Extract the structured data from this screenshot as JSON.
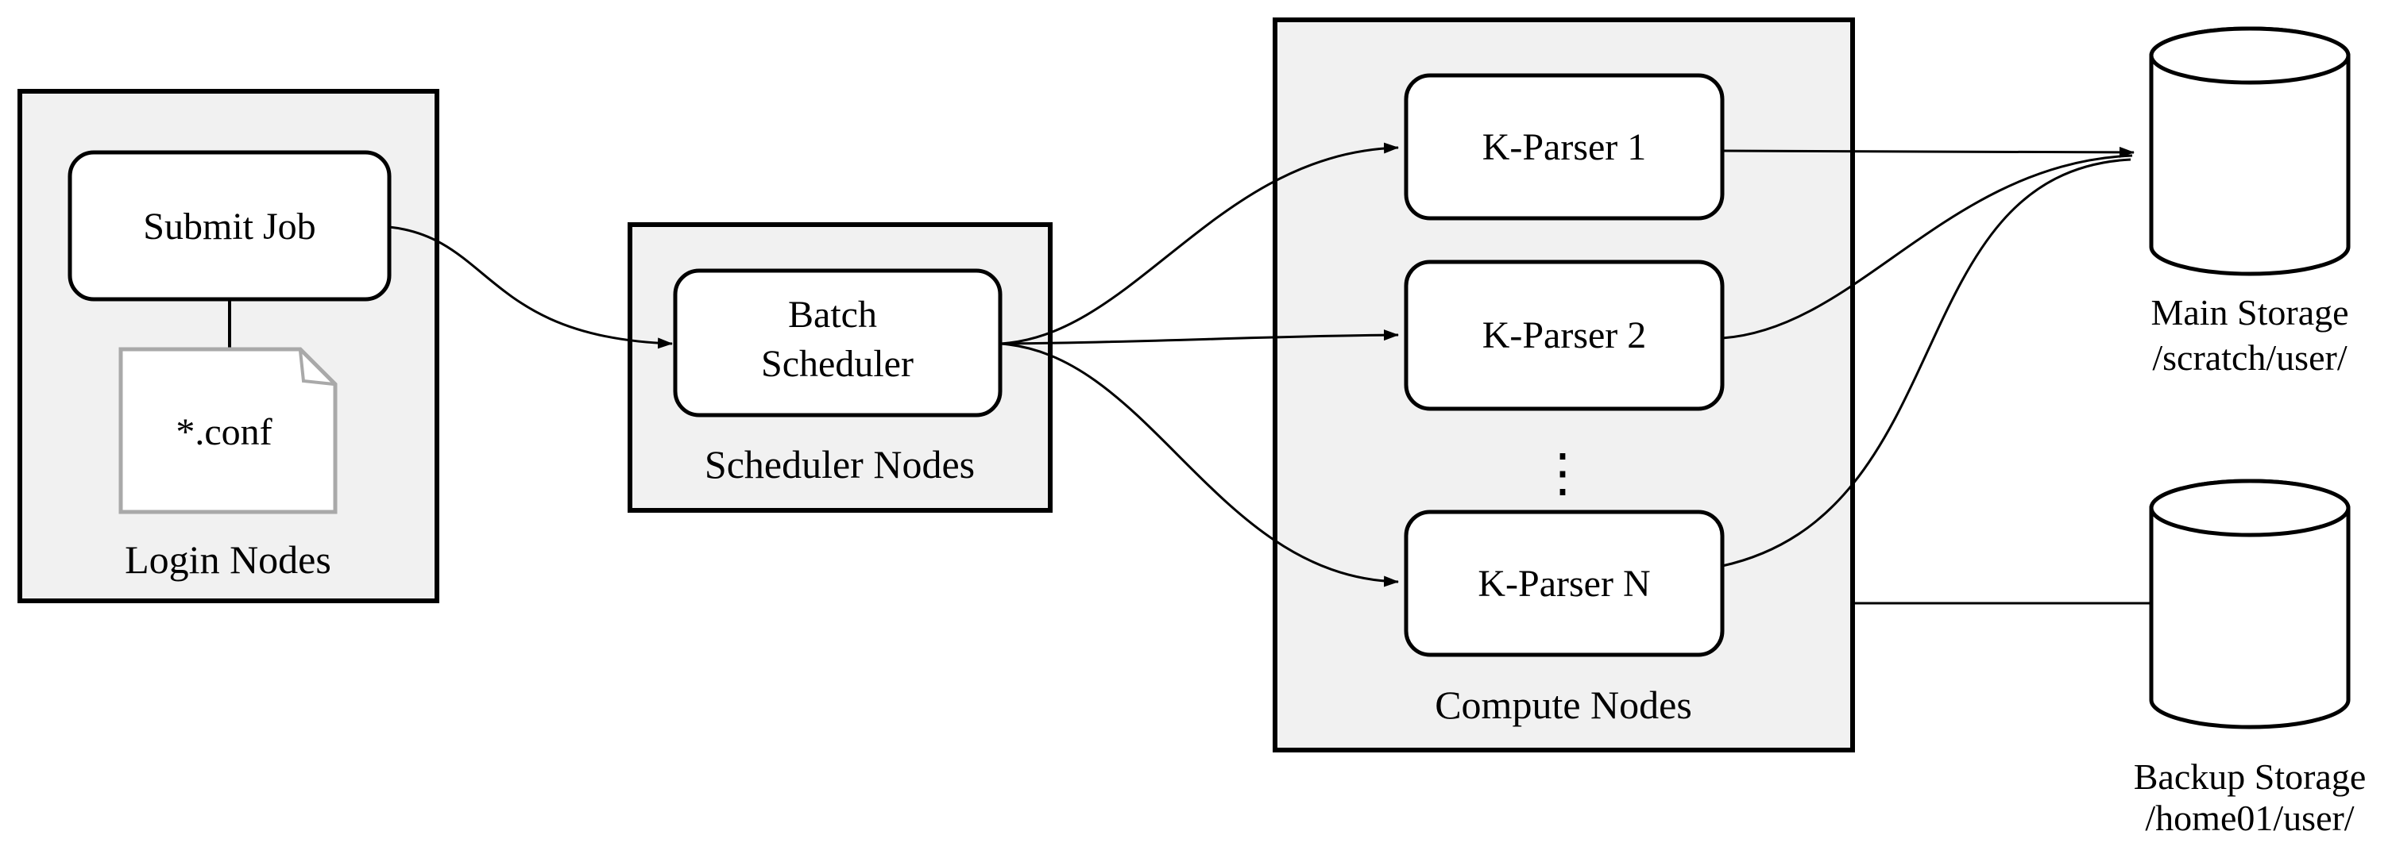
{
  "colors": {
    "stroke": "#000000",
    "container_fill": "#f1f1f1",
    "node_fill": "#ffffff",
    "doc_border": "#a9a9a9"
  },
  "groups": {
    "login": {
      "label": "Login Nodes"
    },
    "scheduler": {
      "label": "Scheduler Nodes"
    },
    "compute": {
      "label": "Compute Nodes"
    }
  },
  "nodes": {
    "submit_job": {
      "label": "Submit Job"
    },
    "conf_file": {
      "label": "*.conf"
    },
    "batch_scheduler": {
      "line1": "Batch",
      "line2": "Scheduler"
    },
    "kparser1": {
      "label": "K-Parser 1"
    },
    "kparser2": {
      "label": "K-Parser 2"
    },
    "kparser_more": {
      "label": "⋮"
    },
    "kparserN": {
      "label": "K-Parser N"
    }
  },
  "storage": {
    "main": {
      "name": "Main Storage",
      "path": "/scratch/user/"
    },
    "backup": {
      "name": "Backup Storage",
      "path": "/home01/user/"
    }
  }
}
